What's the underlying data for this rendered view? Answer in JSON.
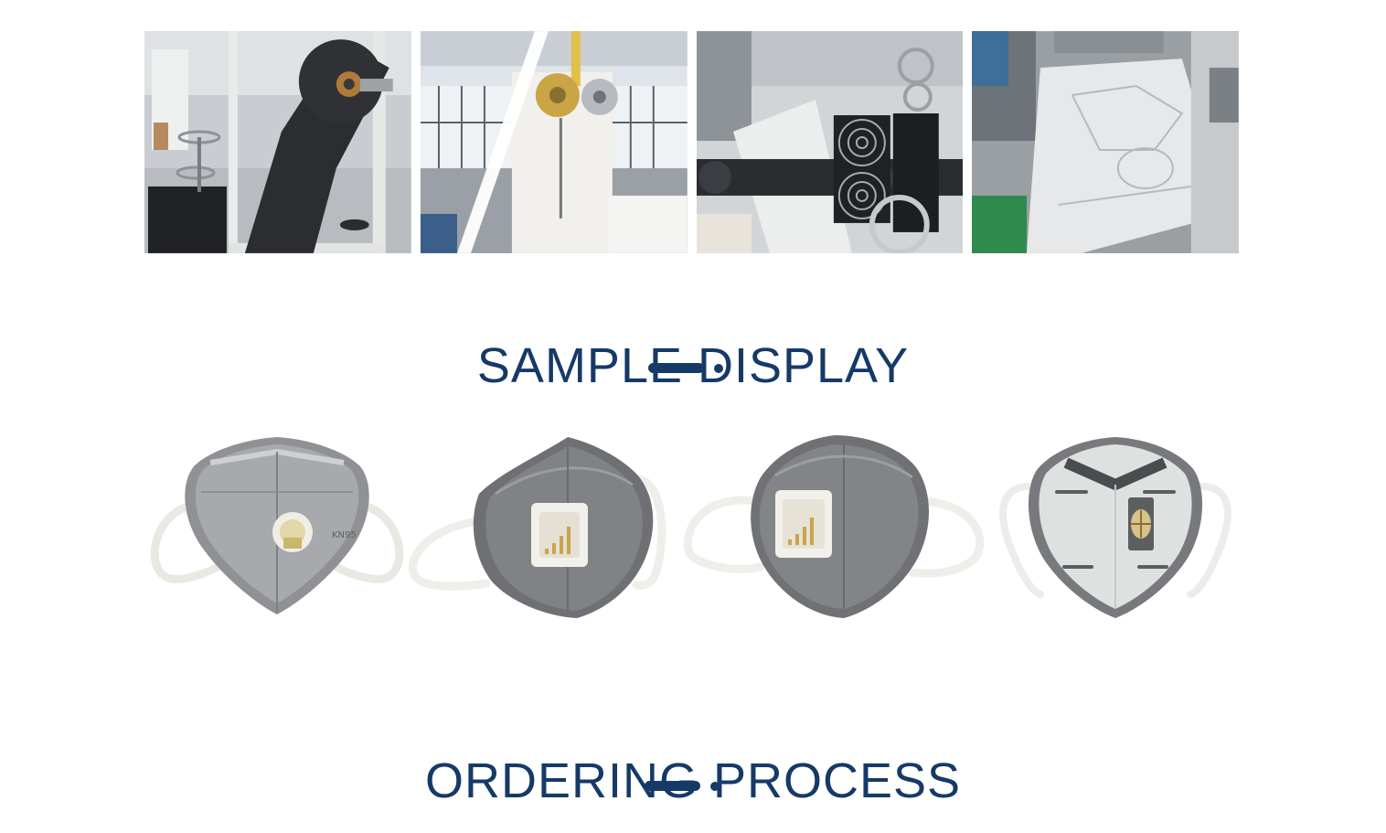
{
  "photos": [
    {
      "icon": "black-nonwoven-roll-photo"
    },
    {
      "icon": "roller-tensioner-photo"
    },
    {
      "icon": "cooling-fans-photo"
    },
    {
      "icon": "ultrasonic-welding-photo"
    }
  ],
  "sample_section": {
    "title": "SAMPLE DISPLAY"
  },
  "masks": [
    {
      "icon": "light-grey-valved-mask",
      "label": "KN95"
    },
    {
      "icon": "grey-valved-mask-left"
    },
    {
      "icon": "grey-valved-mask-right"
    },
    {
      "icon": "mask-inner-view"
    }
  ],
  "ordering_section": {
    "title": "ORDERING PROCESS"
  },
  "colors": {
    "heading": "#163a67",
    "background": "#ffffff"
  }
}
